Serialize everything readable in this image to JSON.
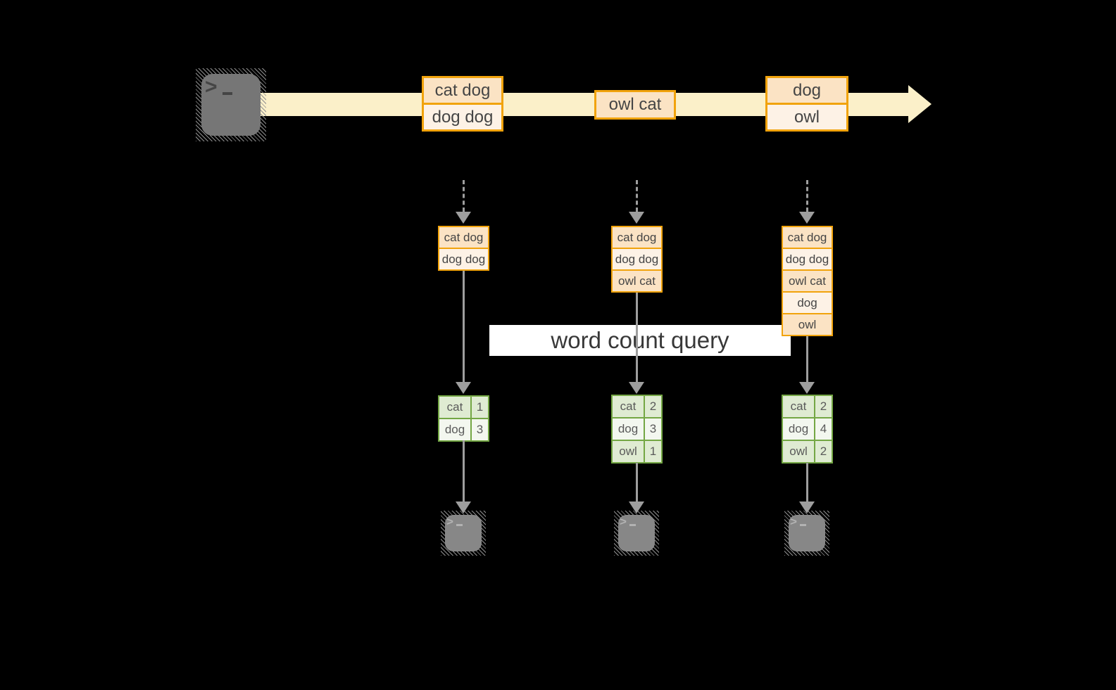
{
  "query_label": "word count query",
  "icons": {
    "source_terminal": "terminal-icon",
    "consumer_terminal": "terminal-icon",
    "prompt_char": ">"
  },
  "colors": {
    "background": "#000000",
    "stream_band": "#fbf0c9",
    "event_border": "#f1a30c",
    "event_fill_dark": "#fbe3c4",
    "event_fill_light": "#fdf2e6",
    "table_border": "#74a744",
    "table_fill_dark": "#dfebd2",
    "table_fill_light": "#f3f7ef",
    "arrow_gray": "#9e9e9e",
    "label_bg": "#ffffff",
    "text_dark": "#454545"
  },
  "stream": {
    "events": [
      {
        "lines": [
          "cat dog",
          "dog dog"
        ]
      },
      {
        "lines": [
          "owl cat"
        ]
      },
      {
        "lines": [
          "dog",
          "owl"
        ]
      }
    ]
  },
  "windows": [
    {
      "buffer": [
        "cat dog",
        "dog dog"
      ],
      "counts": [
        [
          "cat",
          "1"
        ],
        [
          "dog",
          "3"
        ]
      ]
    },
    {
      "buffer": [
        "cat dog",
        "dog dog",
        "owl cat"
      ],
      "counts": [
        [
          "cat",
          "2"
        ],
        [
          "dog",
          "3"
        ],
        [
          "owl",
          "1"
        ]
      ]
    },
    {
      "buffer": [
        "cat dog",
        "dog dog",
        "owl cat",
        "dog",
        "owl"
      ],
      "counts": [
        [
          "cat",
          "2"
        ],
        [
          "dog",
          "4"
        ],
        [
          "owl",
          "2"
        ]
      ]
    }
  ]
}
